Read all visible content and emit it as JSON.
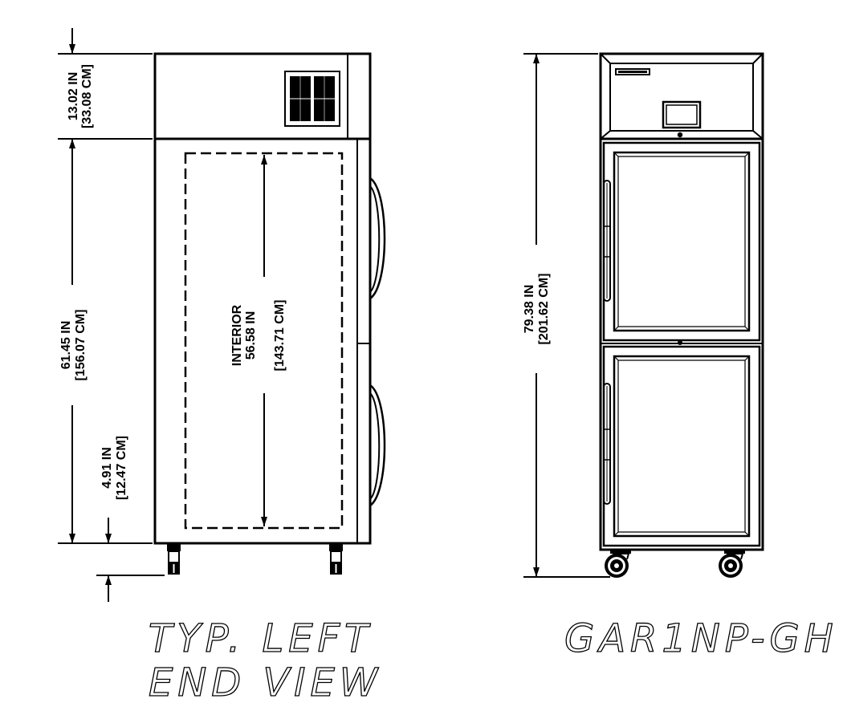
{
  "left_view": {
    "dim_top": {
      "in": "13.02 IN",
      "cm": "[33.08 CM]"
    },
    "dim_main": {
      "in": "61.45 IN",
      "cm": "[156.07 CM]"
    },
    "dim_caster": {
      "in": "4.91 IN",
      "cm": "[12.47 CM]"
    },
    "interior": {
      "label": "INTERIOR",
      "in": "56.58 IN",
      "cm": "[143.71 CM]"
    },
    "caption_line1": "TYP. LEFT",
    "caption_line2": "END VIEW"
  },
  "front_view": {
    "dim_overall": {
      "in": "79.38 IN",
      "cm": "[201.62 CM]"
    },
    "caption": "GAR1NP-GH"
  }
}
